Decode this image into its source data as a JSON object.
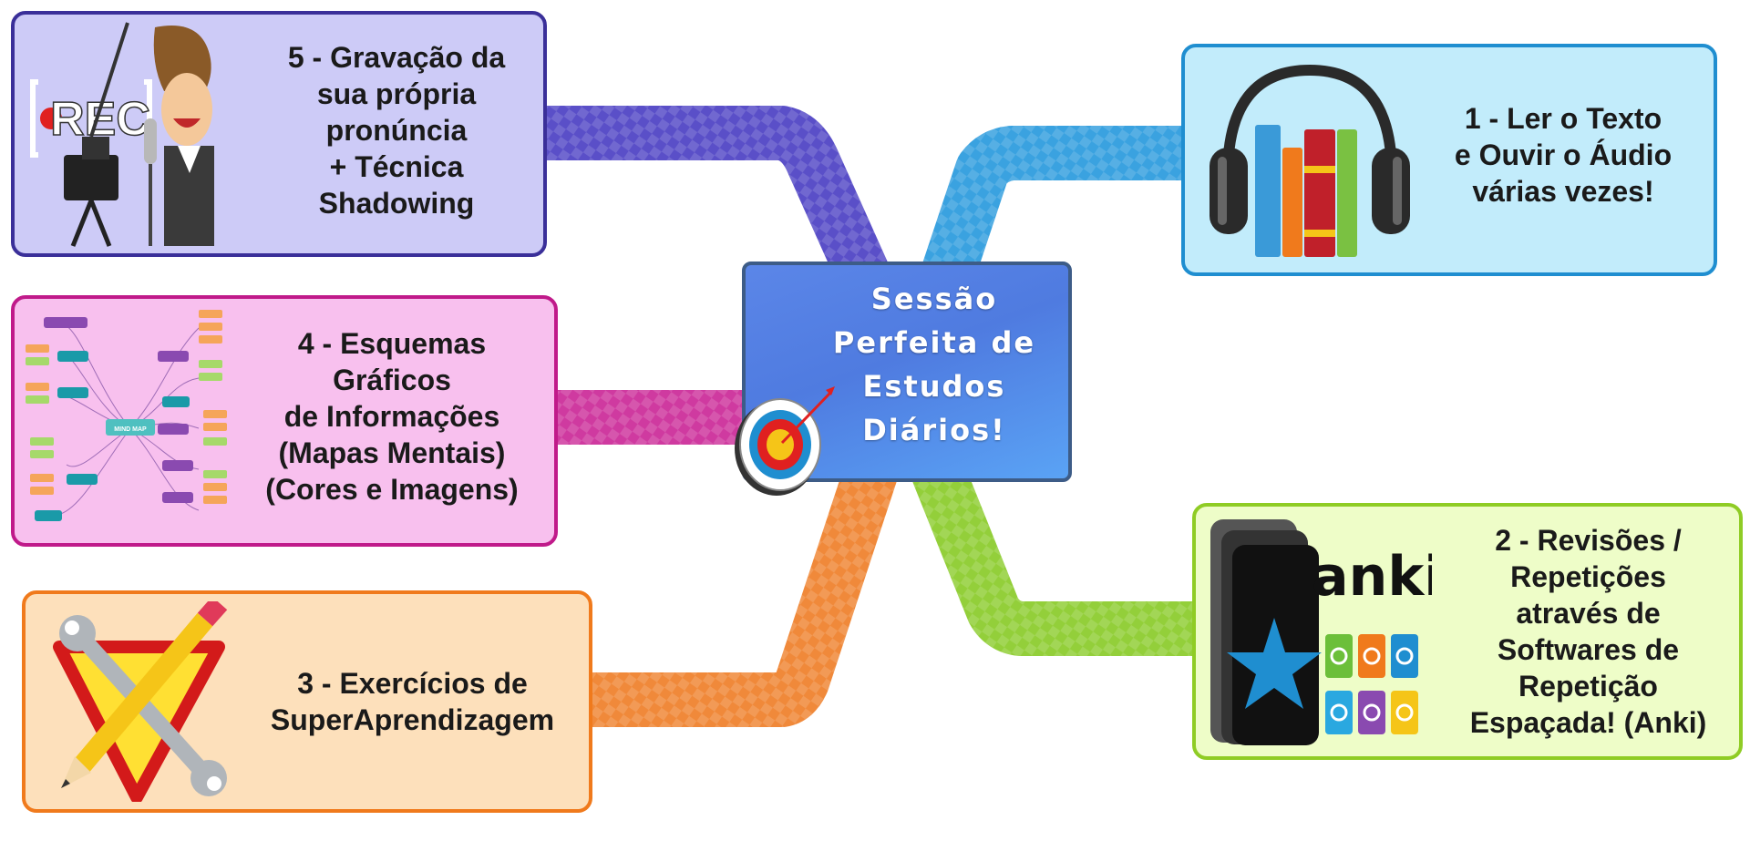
{
  "center": {
    "title": "Sessão\nPerfeita de\nEstudos\nDiários!"
  },
  "nodes": [
    {
      "id": "b1",
      "label": "1 - Ler o Texto\ne Ouvir o Áudio\n várias vezes!",
      "fill": "#c2ecfb",
      "border": "#1f8ed0",
      "branch": "#3aa2e0"
    },
    {
      "id": "b2",
      "label": "2 - Revisões /\nRepetições\natravés de\nSoftwares de\nRepetição\nEspaçada! (Anki)",
      "fill": "#eefdc8",
      "border": "#8fcc25",
      "branch": "#93cf3a"
    },
    {
      "id": "b3",
      "label": "3 - Exercícios de\nSuperAprendizagem",
      "fill": "#fde0bb",
      "border": "#f07a1c",
      "branch": "#f0893a"
    },
    {
      "id": "b4",
      "label": "4 - Esquemas\nGráficos\nde Informações\n(Mapas Mentais)\n(Cores e Imagens)",
      "fill": "#f8c0ee",
      "border": "#c01a8a",
      "branch": "#cf3aa0"
    },
    {
      "id": "b5",
      "label": "5 - Gravação da\nsua própria\npronúncia\n+ Técnica\nShadowing",
      "fill": "#cdcbf7",
      "border": "#3a2f99",
      "branch": "#5a4fc8"
    }
  ],
  "images": {
    "rec_sign": "REC",
    "mindmap_center": "MIND MAP",
    "anki_logo": "anki"
  }
}
